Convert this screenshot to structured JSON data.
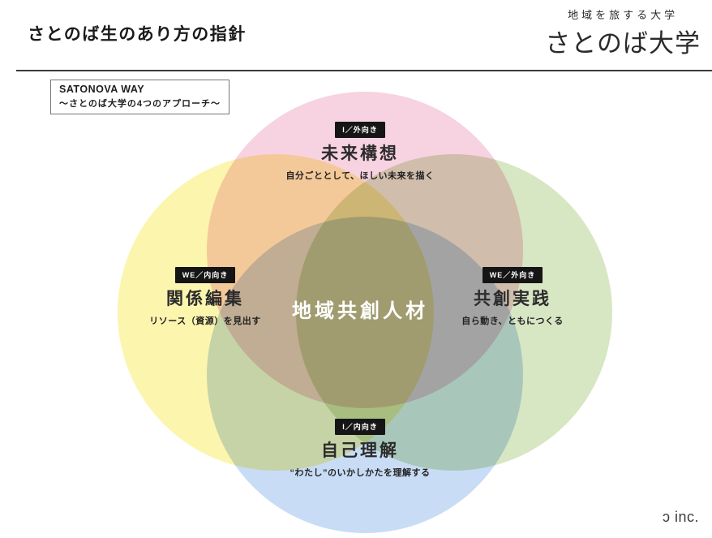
{
  "header": {
    "title": "さとのば生のあり方の指針",
    "logo": {
      "tagline": "地域を旅する大学",
      "name": "さとのば大学"
    }
  },
  "way_box": {
    "line1": "SATONOVA WAY",
    "line2": "～さとのば大学の4つのアプローチ～"
  },
  "venn": {
    "center_label": "地域共創人材",
    "colors": {
      "pink": "#f7d2e0",
      "yellow": "#fcf5ae",
      "green": "#d7e6c3",
      "blue": "#c9dcf5"
    },
    "nodes": [
      {
        "badge": "I／外向き",
        "title": "未来構想",
        "subtitle": "自分ごととして、ほしい未来を描く"
      },
      {
        "badge": "WE／内向き",
        "title": "関係編集",
        "subtitle": "リソース（資源）を見出す"
      },
      {
        "badge": "WE／外向き",
        "title": "共創実践",
        "subtitle": "自ら動き、ともにつくる"
      },
      {
        "badge": "I／内向き",
        "title": "自己理解",
        "subtitle": "“わたし”のいかしかたを理解する"
      }
    ]
  },
  "footer": {
    "partial_logo": "ɔ inc."
  }
}
